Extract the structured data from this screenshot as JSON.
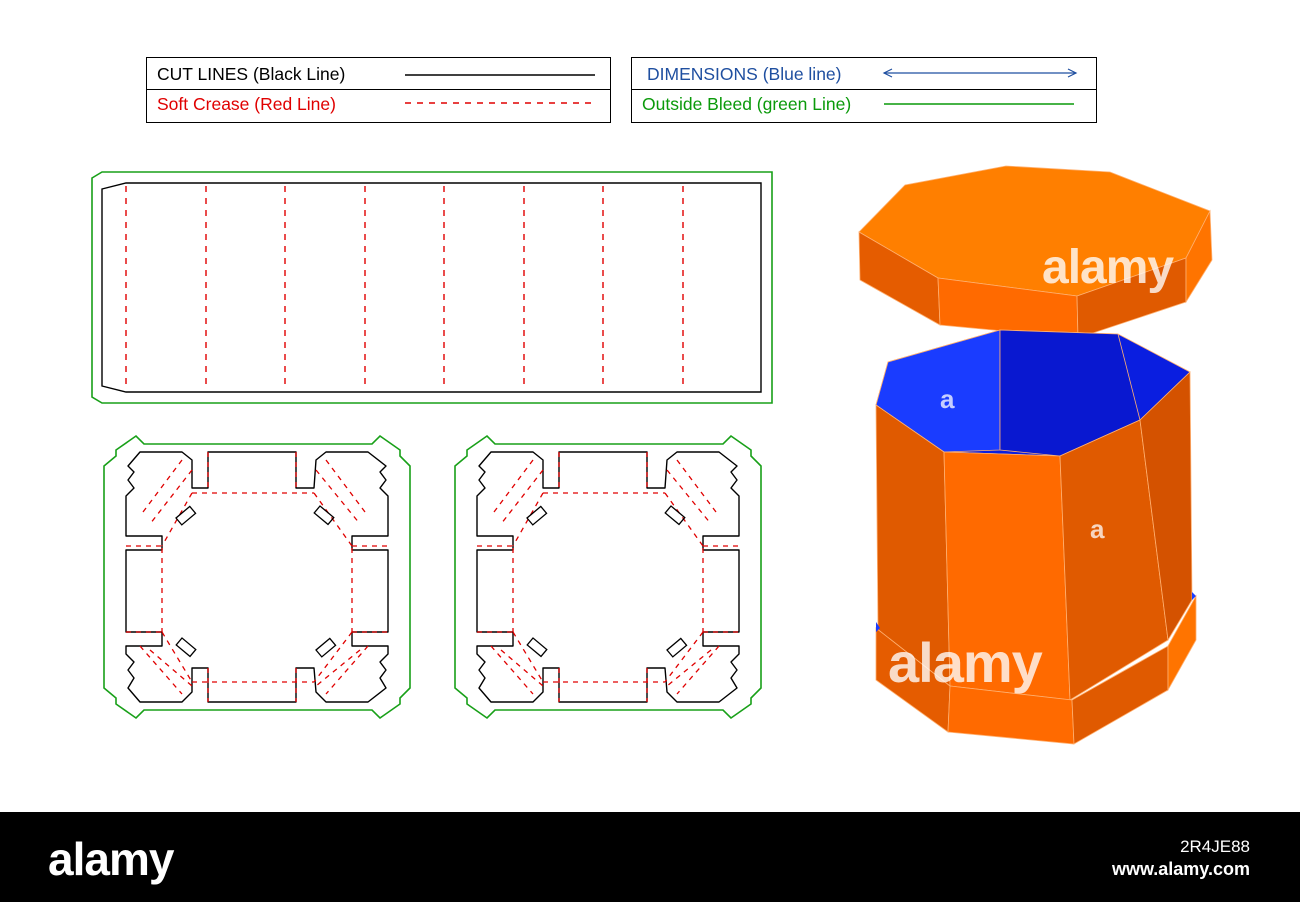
{
  "legend": {
    "left": [
      {
        "label": "CUT LINES (Black Line)",
        "color": "#000000",
        "style": "solid"
      },
      {
        "label": "Soft Crease (Red Line)",
        "color": "#e00000",
        "style": "dashed"
      }
    ],
    "right": [
      {
        "label": "DIMENSIONS (Blue line)",
        "color": "#1f4fa0",
        "style": "arrow"
      },
      {
        "label": "Outside Bleed (green Line)",
        "color": "#0a9a0a",
        "style": "solid"
      }
    ]
  },
  "colors": {
    "cut": "#000000",
    "crease": "#e00000",
    "bleed": "#18a018",
    "box_orange_light": "#ff7f00",
    "box_orange_mid": "#ff6a00",
    "box_orange_dark": "#e05a00",
    "box_inside_blue": "#0a1ee0",
    "box_inside_blue_light": "#1a3cff"
  },
  "watermarks": {
    "brand": "alamy",
    "letter": "a"
  },
  "footer": {
    "logo": "alamy",
    "image_id": "2R4JE88",
    "site": "www.alamy.com"
  }
}
